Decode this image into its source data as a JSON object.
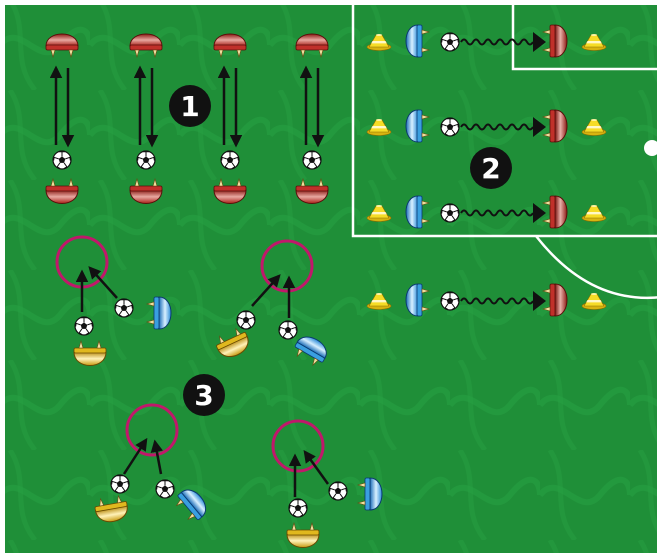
{
  "zones": [
    {
      "number": "1"
    },
    {
      "number": "2"
    },
    {
      "number": "3"
    }
  ],
  "colors": {
    "grass": "#1f8f38",
    "grass_light": "#2aa246",
    "lines": "#ffffff",
    "team_red": "#c0302a",
    "team_blue": "#3a9fe0",
    "team_yellow": "#e0b81e",
    "cone": "#f2d21a",
    "target_circle": "#c0186a",
    "badge": "#111111"
  },
  "icons": [
    "player-red-icon",
    "player-blue-icon",
    "player-yellow-icon",
    "soccer-ball-icon",
    "cone-icon",
    "target-circle-icon",
    "arrow-icon",
    "dribble-path-icon"
  ]
}
